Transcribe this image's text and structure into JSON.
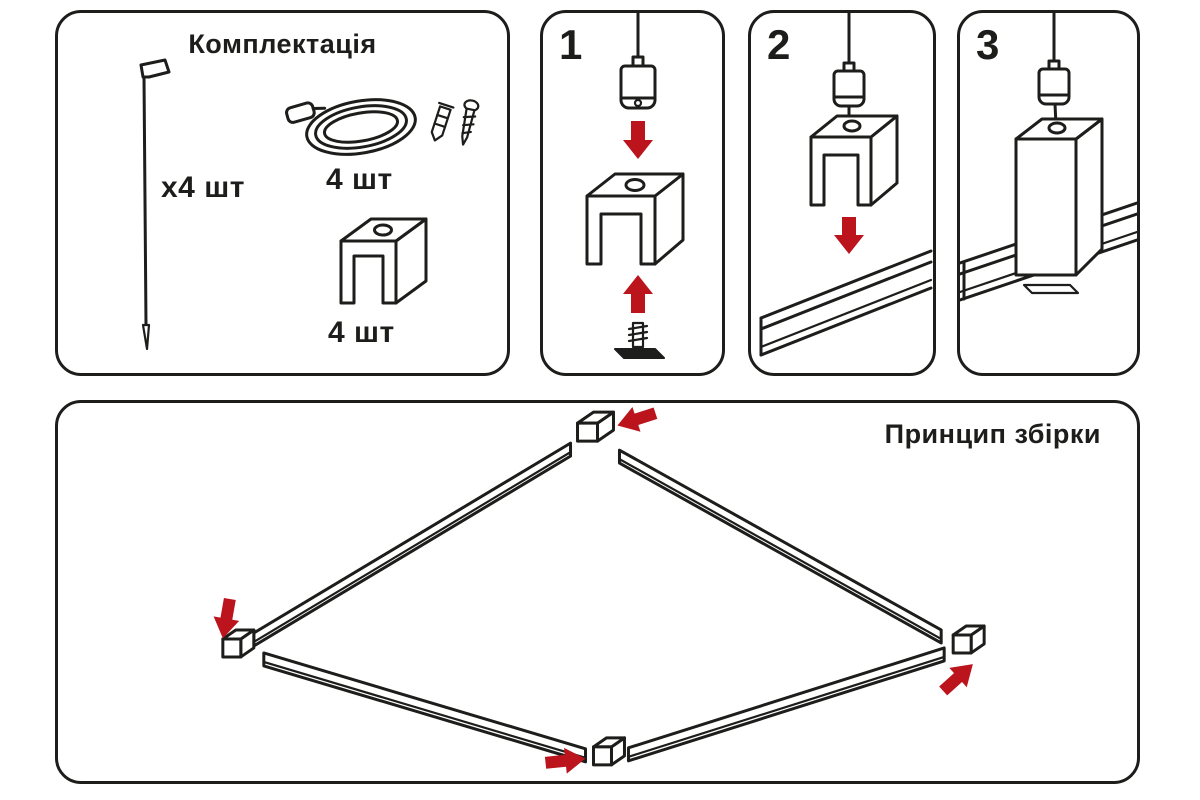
{
  "colors": {
    "stroke": "#1d1d1b",
    "accent_red": "#bb141d",
    "background": "#ffffff"
  },
  "kit_panel": {
    "title": "Комплектація",
    "items": [
      {
        "qty_label": "x4 шт"
      },
      {
        "qty_label": "4 шт"
      },
      {
        "qty_label": "4 шт"
      }
    ]
  },
  "steps": [
    {
      "number": "1"
    },
    {
      "number": "2"
    },
    {
      "number": "3"
    }
  ],
  "assembly_panel": {
    "title": "Принцип збірки"
  }
}
